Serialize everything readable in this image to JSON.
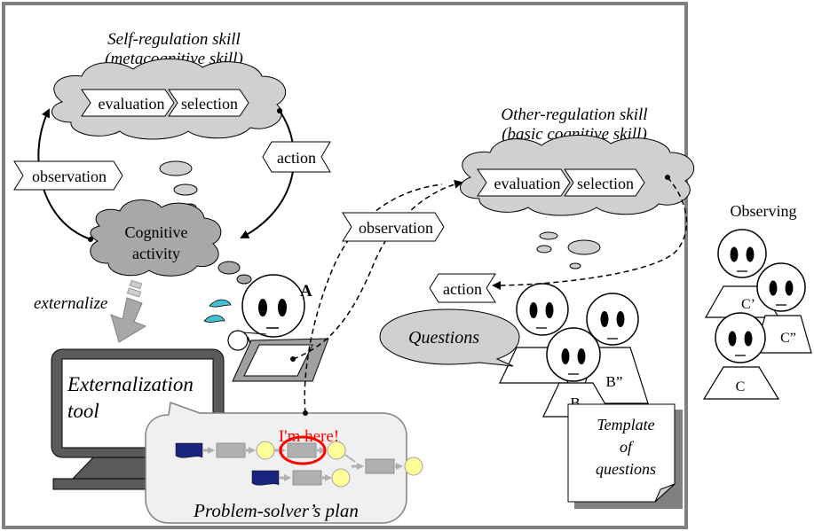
{
  "main_panel": {
    "self_regulation": {
      "title_line1": "Self-regulation skill",
      "title_line2": "(metacognitive skill)",
      "evaluation": "evaluation",
      "selection": "selection",
      "observation": "observation",
      "action": "action",
      "cognitive_line1": "Cognitive",
      "cognitive_line2": "activity",
      "externalize": "externalize"
    },
    "learner_label": "A",
    "tool": {
      "line1": "Externalization",
      "line2": "tool"
    },
    "plan": {
      "pointer_text": "I'm here!",
      "title": "Problem-solver’s plan"
    },
    "middle_observation": "observation",
    "other_regulation": {
      "title_line1": "Other-regulation skill",
      "title_line2": "(basic cognitive skill)",
      "evaluation": "evaluation",
      "selection": "selection",
      "action": "action"
    },
    "questions": "Questions",
    "group_labels": {
      "b_double": "B”",
      "b": "B"
    },
    "template": {
      "line1": "Template",
      "line2": "of",
      "line3": "questions"
    }
  },
  "observing_panel": {
    "title": "Observing",
    "labels": {
      "c_prime": "C’",
      "c_double": "C”",
      "c": "C"
    }
  },
  "colors": {
    "border": "#808080",
    "cloud": "#d0d0d0",
    "dark_cloud": "#a8a8a8",
    "plan_box": "#1a237e",
    "plan_node": "#ffff99",
    "highlight": "#ff0000"
  }
}
